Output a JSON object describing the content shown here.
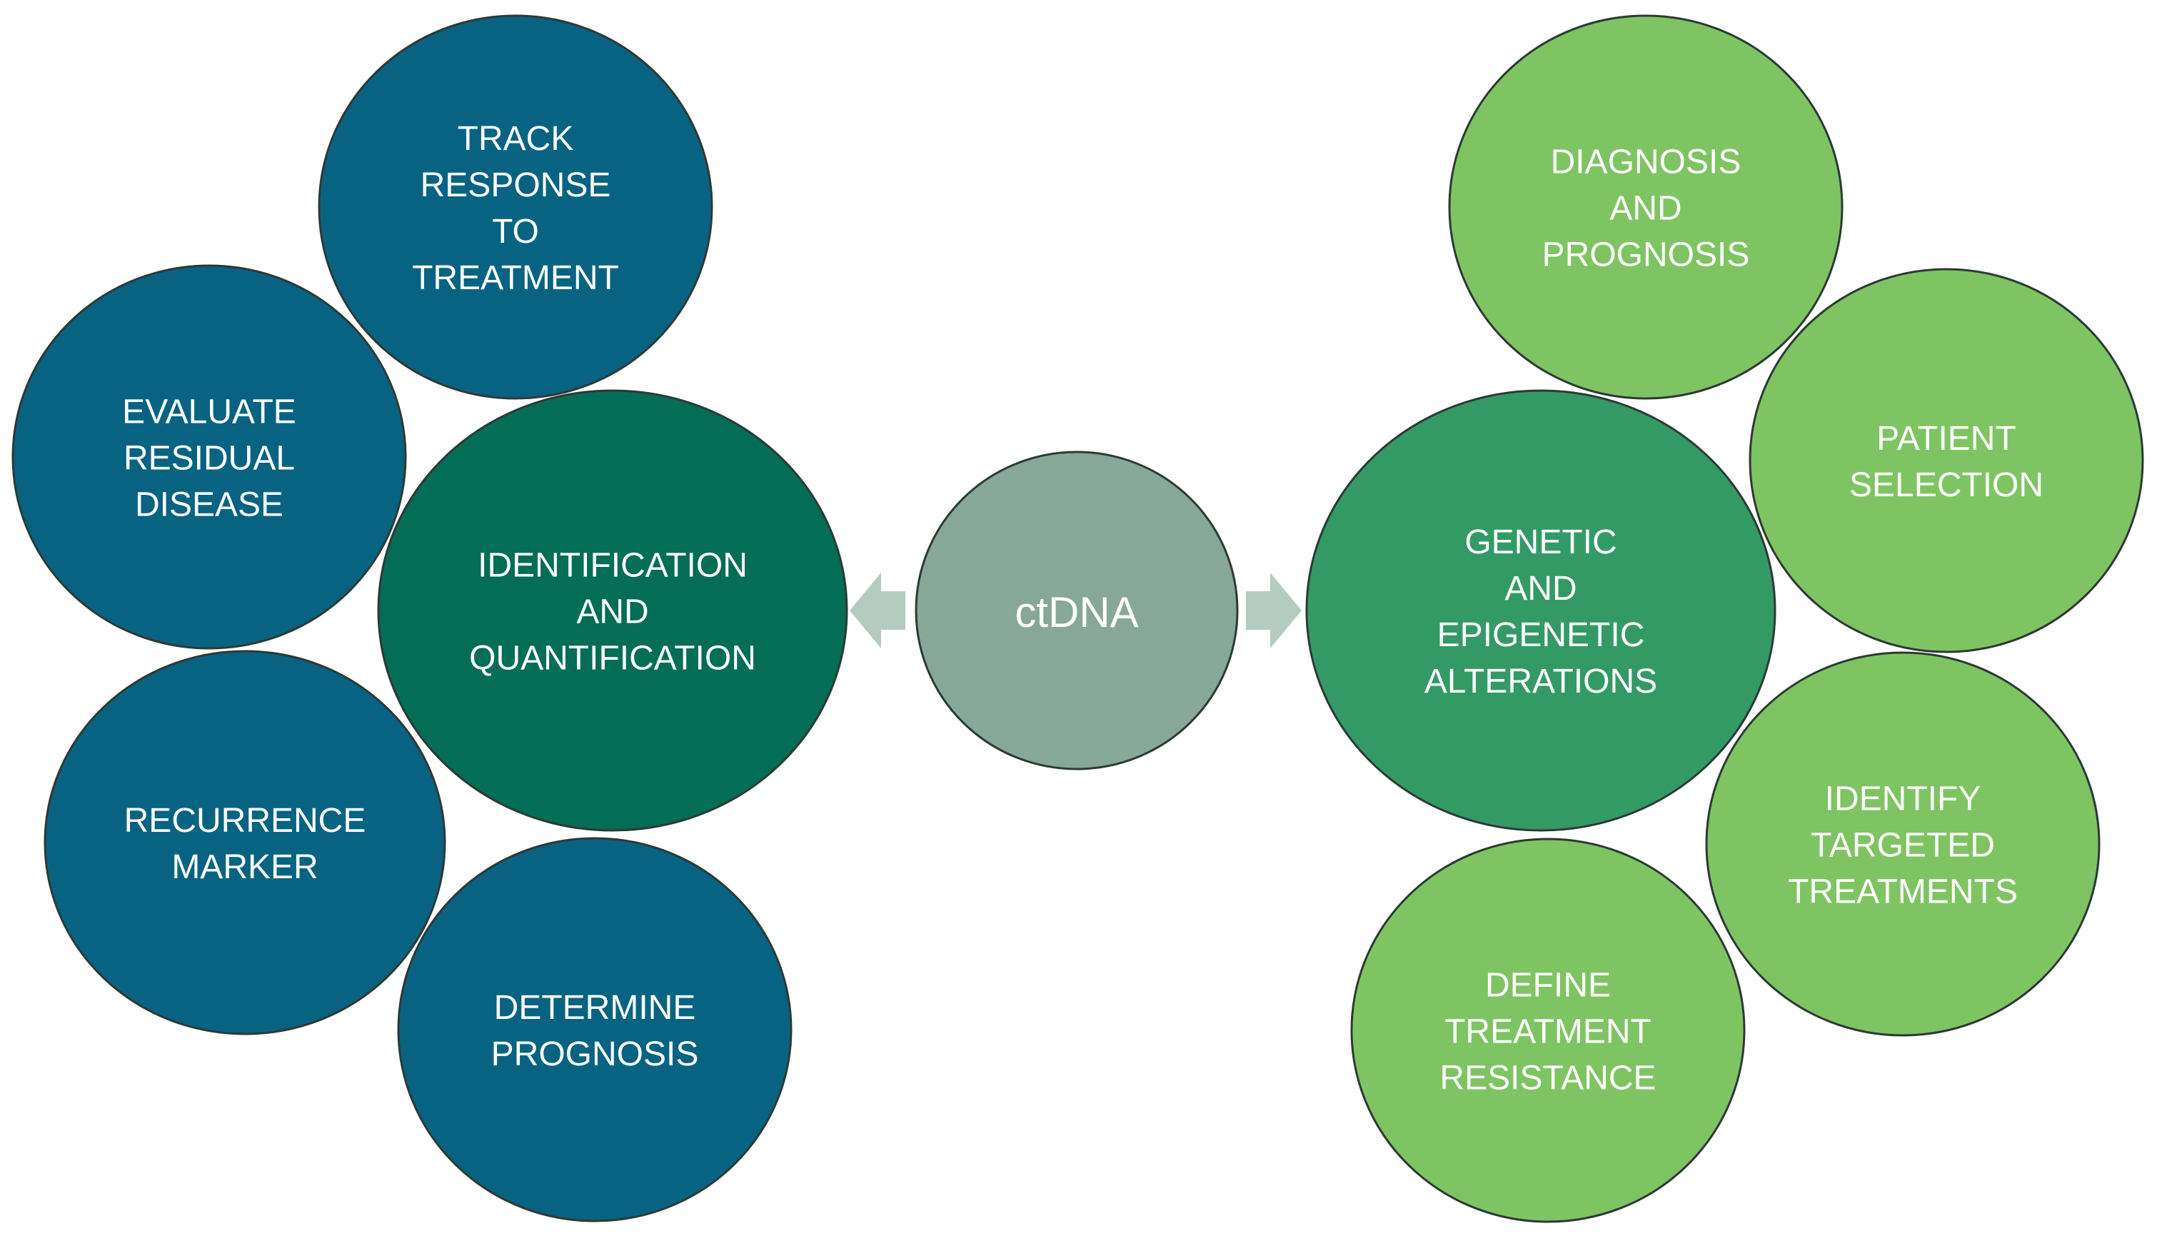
{
  "center": {
    "label": "ctDNA",
    "color": "#87a898"
  },
  "left_hub": {
    "lines": [
      "IDENTIFICATION",
      "AND",
      "QUANTIFICATION"
    ],
    "color": "#036d56"
  },
  "right_hub": {
    "lines": [
      "GENETIC",
      "AND",
      "EPIGENETIC",
      "ALTERATIONS"
    ],
    "color": "#339a66"
  },
  "left_items": [
    {
      "lines": [
        "TRACK",
        "RESPONSE",
        "TO",
        "TREATMENT"
      ]
    },
    {
      "lines": [
        "EVALUATE",
        "RESIDUAL",
        "DISEASE"
      ]
    },
    {
      "lines": [
        "RECURRENCE",
        "MARKER"
      ]
    },
    {
      "lines": [
        "DETERMINE",
        "PROGNOSIS"
      ]
    }
  ],
  "right_items": [
    {
      "lines": [
        "DIAGNOSIS",
        "AND",
        "PROGNOSIS"
      ]
    },
    {
      "lines": [
        "PATIENT",
        "SELECTION"
      ]
    },
    {
      "lines": [
        "IDENTIFY",
        "TARGETED",
        "TREATMENTS"
      ]
    },
    {
      "lines": [
        "DEFINE",
        "TREATMENT",
        "RESISTANCE"
      ]
    }
  ],
  "colors": {
    "left_item": "#086382",
    "right_item": "#7fc462",
    "arrow": "#b4cbbf",
    "outline": "#2c3a36"
  }
}
